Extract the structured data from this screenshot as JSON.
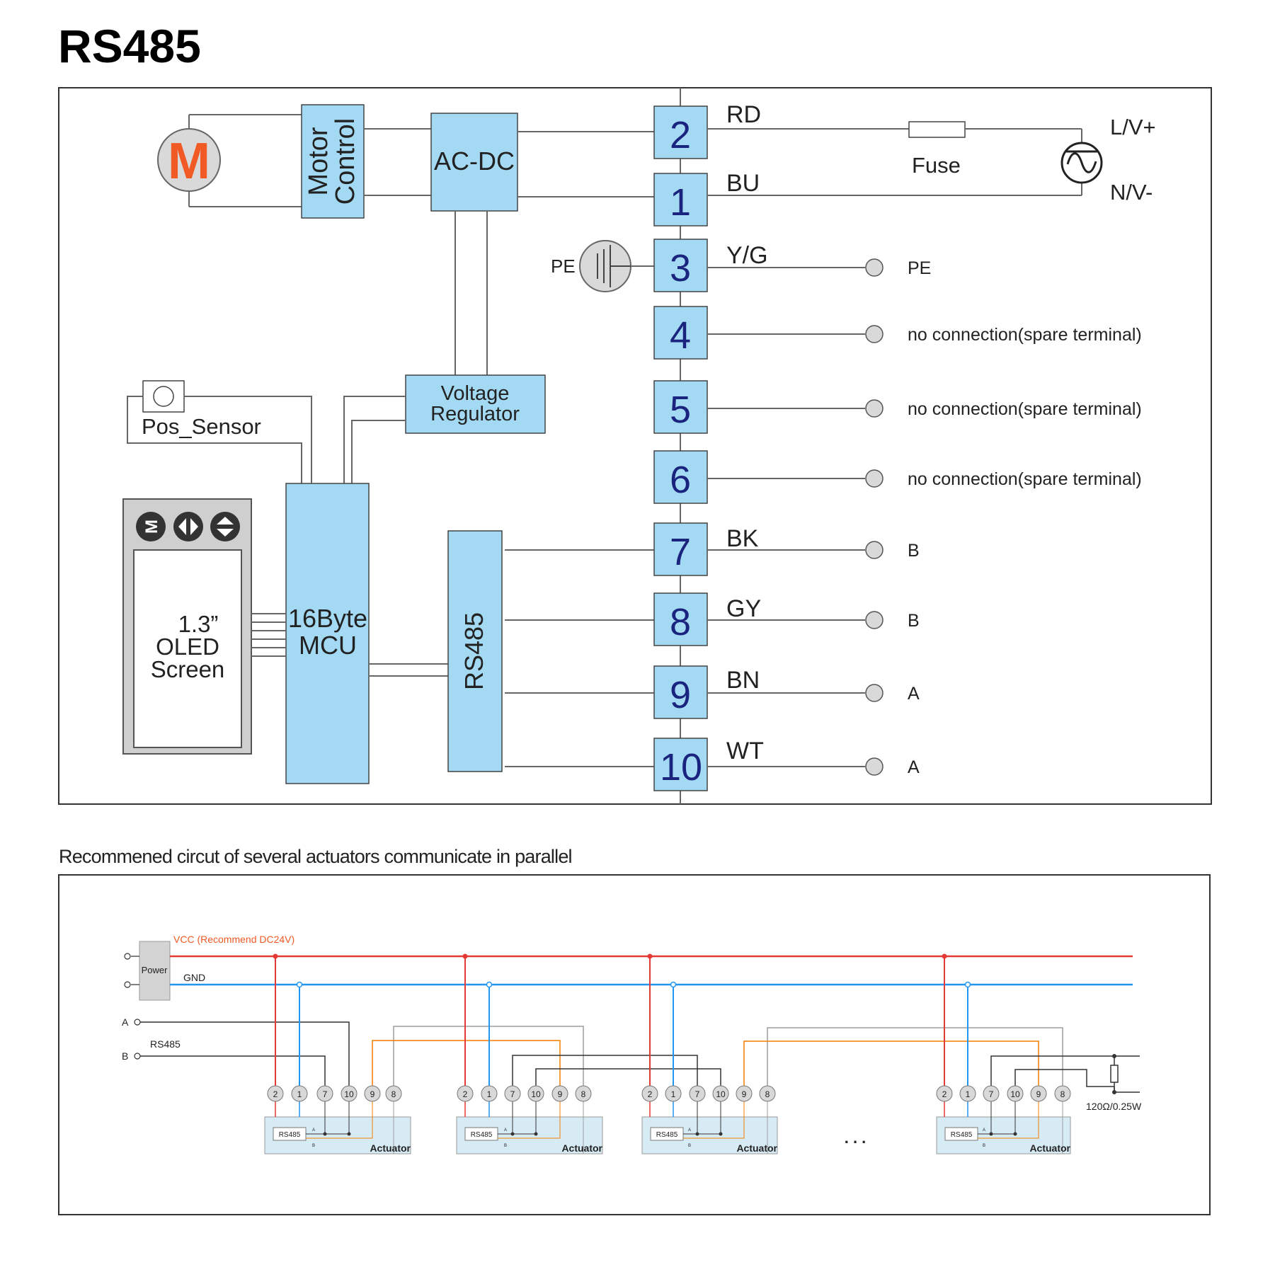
{
  "page_title": "RS485",
  "top": {
    "motor_letter": "M",
    "motor_control": [
      "Motor",
      "Control"
    ],
    "ac_dc": "AC-DC",
    "voltage_regulator": [
      "Voltage",
      "Regulator"
    ],
    "pos_sensor": "Pos_Sensor",
    "mcu": [
      "16Byte",
      "MCU"
    ],
    "rs485_block": "RS485",
    "oled": [
      "1.3”",
      "OLED",
      "Screen"
    ],
    "keys": [
      "M",
      "◀▶",
      "▲▼"
    ],
    "pe_left": "PE",
    "fuse": "Fuse",
    "power_l": "L/V+",
    "power_n": "N/V-",
    "terminals": [
      {
        "num": "2",
        "color": "RD",
        "desc": ""
      },
      {
        "num": "1",
        "color": "BU",
        "desc": ""
      },
      {
        "num": "3",
        "color": "Y/G",
        "desc": "PE"
      },
      {
        "num": "4",
        "color": "",
        "desc": "no connection(spare terminal)"
      },
      {
        "num": "5",
        "color": "",
        "desc": "no connection(spare terminal)"
      },
      {
        "num": "6",
        "color": "",
        "desc": "no connection(spare terminal)"
      },
      {
        "num": "7",
        "color": "BK",
        "desc": "B"
      },
      {
        "num": "8",
        "color": "GY",
        "desc": "B"
      },
      {
        "num": "9",
        "color": "BN",
        "desc": "A"
      },
      {
        "num": "10",
        "color": "WT",
        "desc": "A"
      }
    ]
  },
  "bottom": {
    "title": "Recommened circut of several actuators communicate in parallel",
    "vcc": "VCC (Recommend DC24V)",
    "gnd": "GND",
    "power": "Power",
    "a": "A",
    "b": "B",
    "rs485": "RS485",
    "terminal_order": [
      "2",
      "1",
      "7",
      "10",
      "9",
      "8"
    ],
    "actuator_label": "Actuator",
    "module_label": "RS485",
    "pin_a": "A",
    "pin_b": "B",
    "ellipsis": ". . .",
    "resistor": "120Ω/0.25W"
  },
  "colors": {
    "block_fill": "#a3d9f2",
    "terminal_text": "#1a237e",
    "motor_letter": "#f15a24",
    "vcc_line": "#e53935",
    "gnd_line": "#2196f3",
    "orange_line": "#f57c00",
    "gray_line": "#9e9e9e",
    "vcc_text": "#f15a24"
  }
}
